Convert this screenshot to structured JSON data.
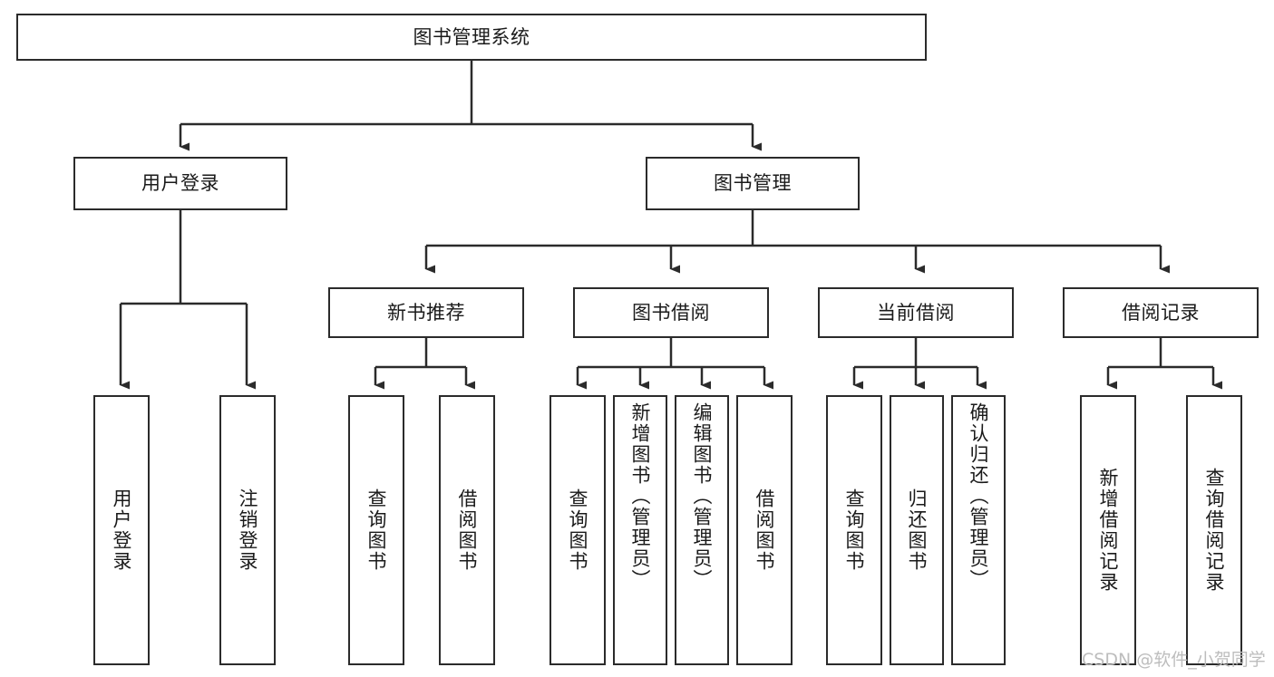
{
  "diagram": {
    "title": "图书管理系统",
    "type": "hierarchy-tree",
    "levels": 4,
    "colors": {
      "box_border": "#2b2b2b",
      "box_fill": "#ffffff",
      "edge": "#2b2b2b",
      "background": "#ffffff",
      "watermark": "#bdbdbd"
    },
    "root": {
      "label": "图书管理系统"
    },
    "level2": [
      {
        "label": "用户登录"
      },
      {
        "label": "图书管理"
      }
    ],
    "level3": [
      {
        "label": "新书推荐"
      },
      {
        "label": "图书借阅"
      },
      {
        "label": "当前借阅"
      },
      {
        "label": "借阅记录"
      }
    ],
    "leaves": {
      "user_login": [
        {
          "label": "用户登录"
        },
        {
          "label": "注销登录"
        }
      ],
      "new_book_recommend": [
        {
          "label": "查询图书"
        },
        {
          "label": "借阅图书"
        }
      ],
      "book_borrow": [
        {
          "label": "查询图书"
        },
        {
          "label": "新增图书（管理员）"
        },
        {
          "label": "编辑图书（管理员）"
        },
        {
          "label": "借阅图书"
        }
      ],
      "current_borrow": [
        {
          "label": "查询图书"
        },
        {
          "label": "归还图书"
        },
        {
          "label": "确认归还（管理员）"
        }
      ],
      "borrow_record": [
        {
          "label": "新增借阅记录"
        },
        {
          "label": "查询借阅记录"
        }
      ]
    },
    "watermark": "CSDN @软件_小贺同学"
  }
}
